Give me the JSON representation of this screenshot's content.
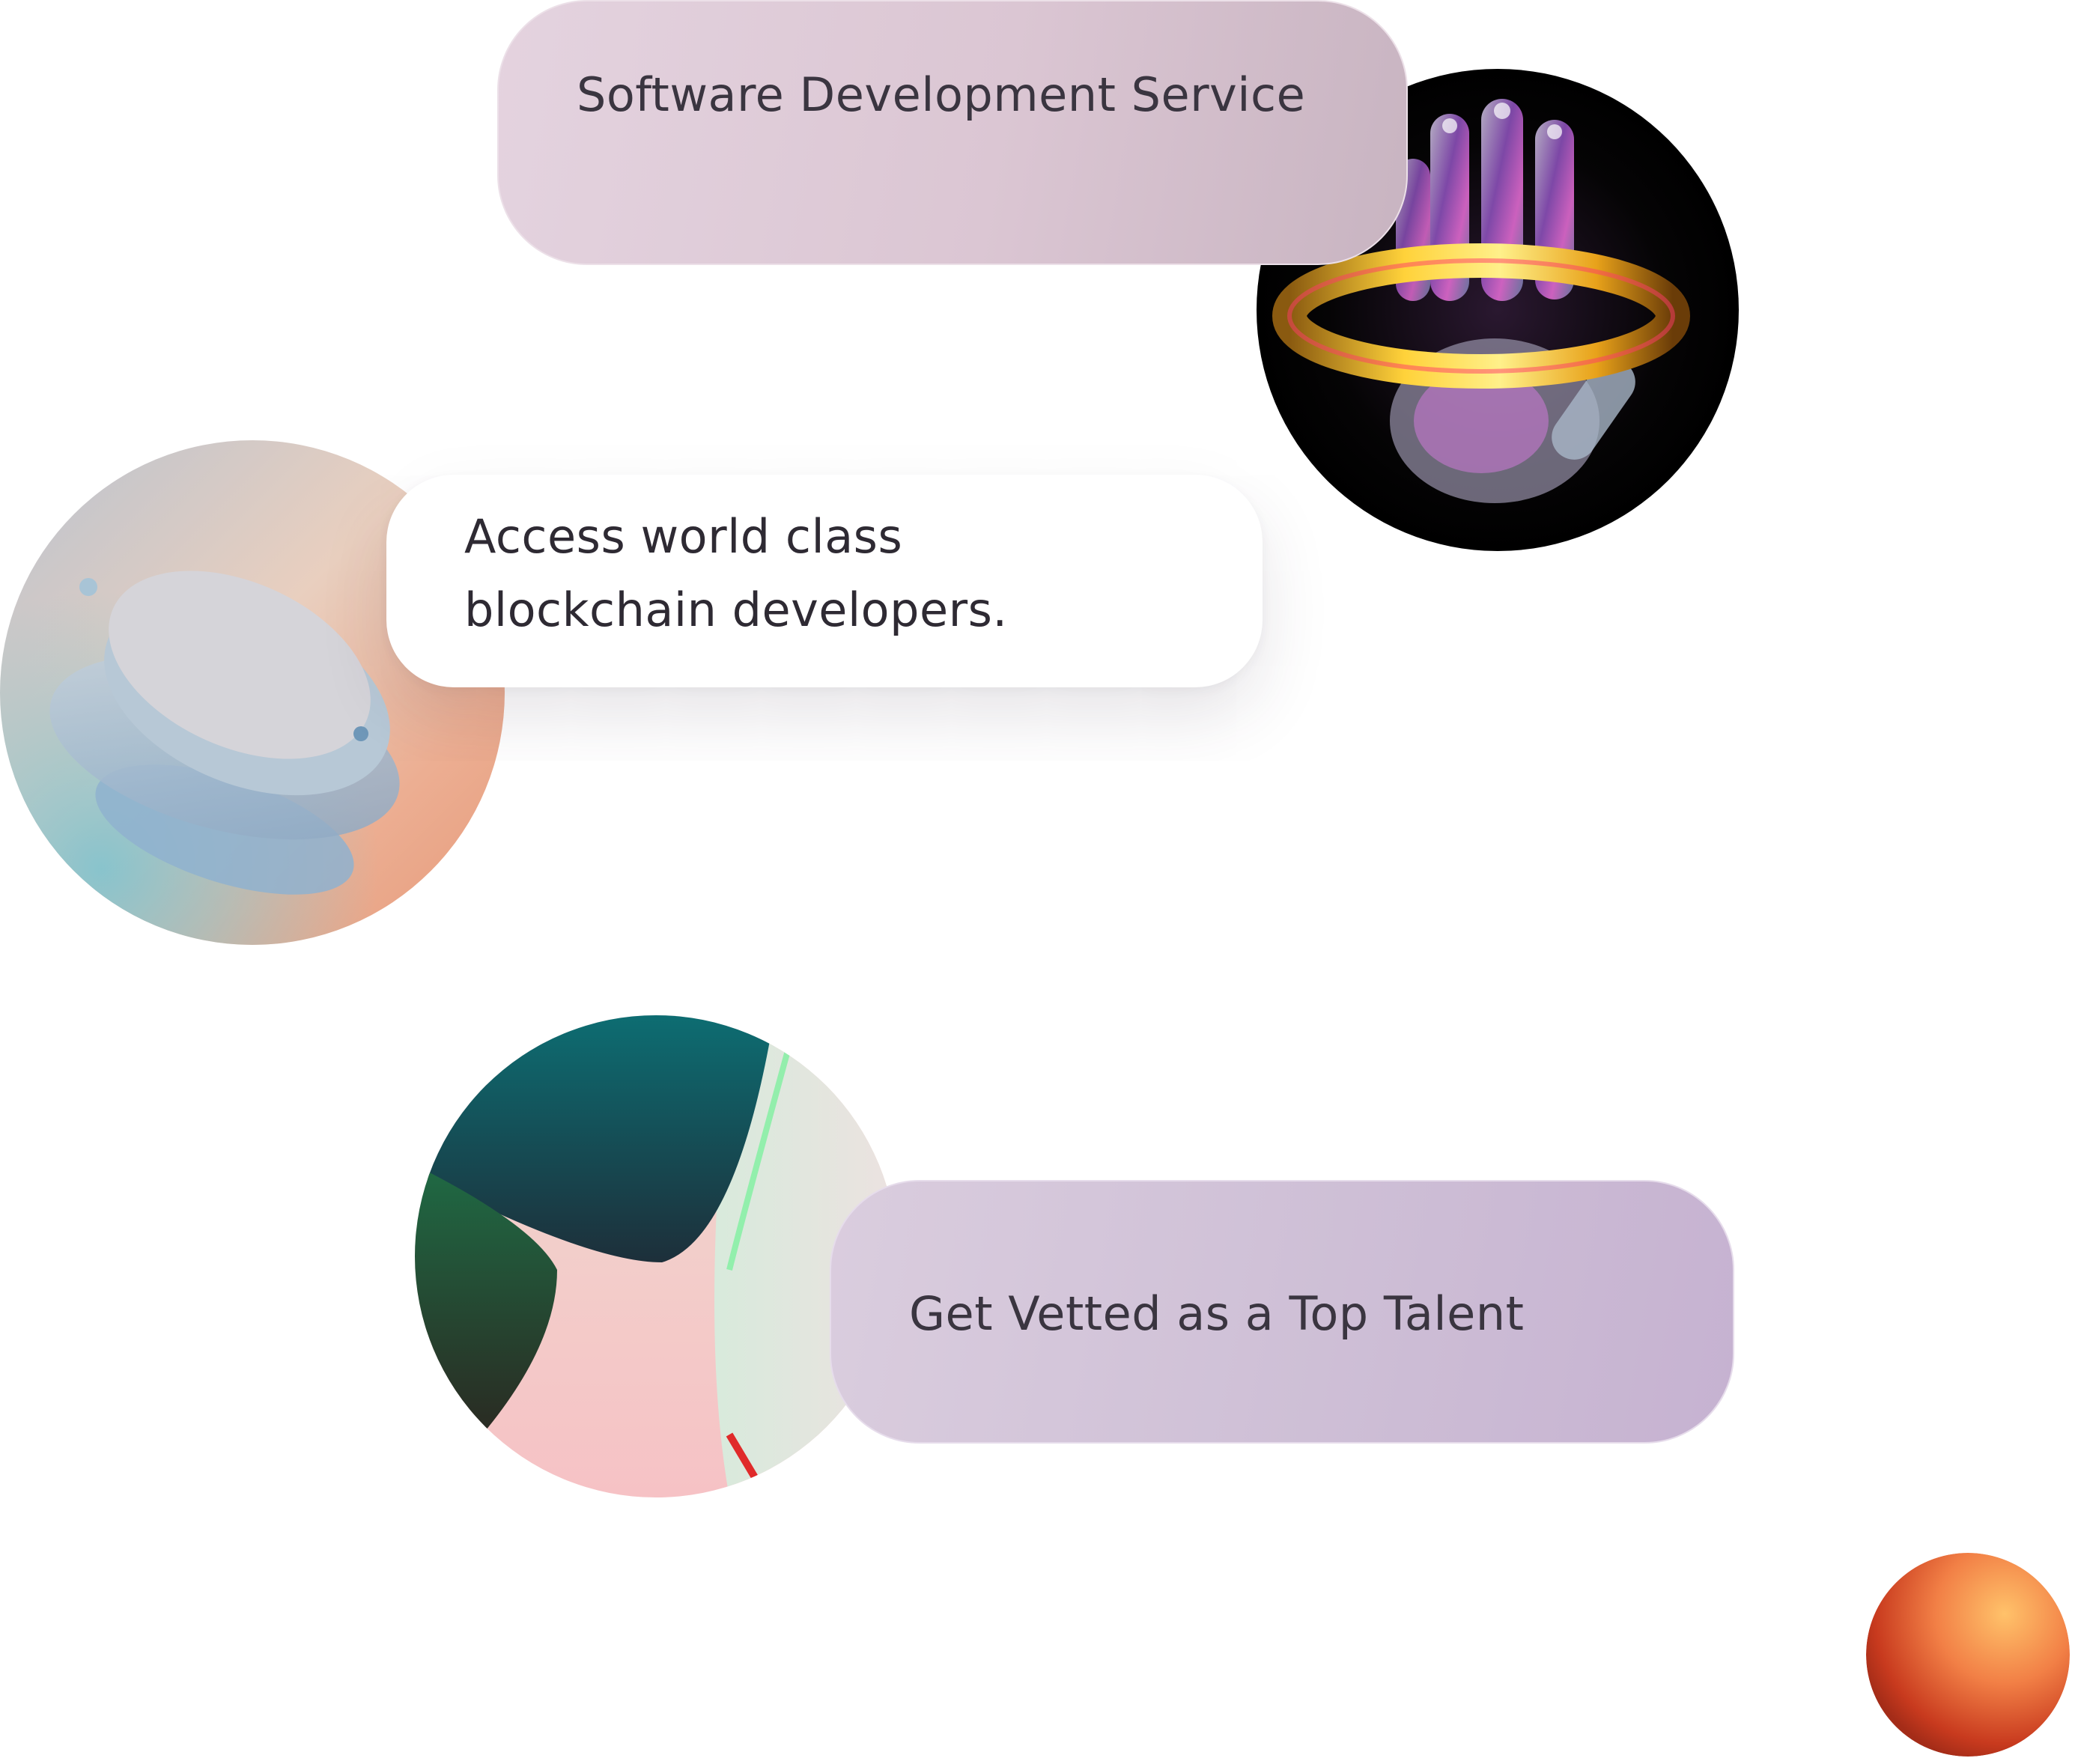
{
  "cards": {
    "service": {
      "label": "Software Development Service"
    },
    "access": {
      "line1": "Access world class",
      "line2": "blockchain developers."
    },
    "talent": {
      "label": "Get Vetted as a Top Talent"
    }
  },
  "decor": {
    "hand_orb": {
      "icon": "glass-hand-icon"
    },
    "disc_orb": {
      "icon": "floating-discs-icon"
    },
    "abstract_orb": {
      "icon": "abstract-shapes-icon"
    },
    "accent_orb": {
      "icon": "orange-sphere-icon"
    }
  },
  "colors": {
    "text": "#3a3540",
    "service_card": "#dbc6d3",
    "talent_card": "#cebfd6",
    "accent_orange": "#e8643a"
  }
}
